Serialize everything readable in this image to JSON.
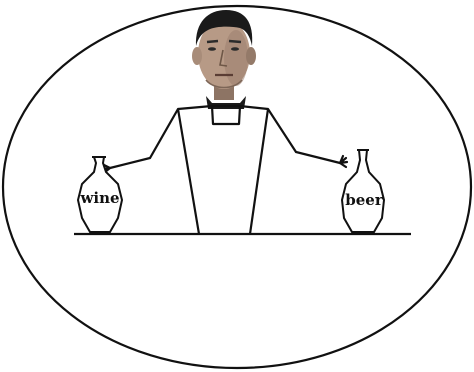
{
  "diagram": {
    "labels": {
      "left_bottle": "wine",
      "right_bottle": "beer"
    },
    "colors": {
      "ink": "#111111",
      "background": "#ffffff",
      "skin": "#b79a86",
      "skin_shadow": "#7d6657",
      "hair": "#1a1a1a"
    },
    "figure": {
      "head": "photo-face",
      "body": "stick-figure-jacket",
      "left_hand_object": "wine-bottle",
      "right_hand_object": "beer-bottle"
    }
  }
}
